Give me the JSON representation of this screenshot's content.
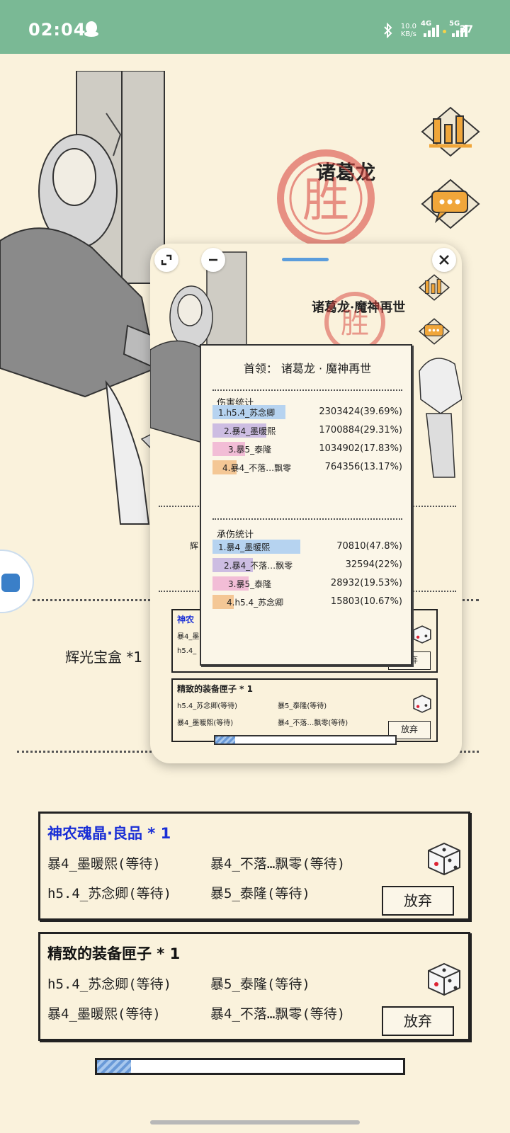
{
  "status_bar": {
    "time": "02:04",
    "speed_value": "10.0",
    "speed_unit": "KB/s",
    "network1": "4G",
    "network2": "5G",
    "battery": "37"
  },
  "boss": {
    "name": "诸葛龙",
    "seal_char": "胜"
  },
  "reward_text": "辉光宝盒 *1",
  "loot_boxes": [
    {
      "title": "神农魂晶·良品 * 1",
      "title_color": "#1a2fd6",
      "players": [
        "暴4_墨暖熙(等待)",
        "暴4_不落…飘零(等待)",
        "h5.4_苏念卿(等待)",
        "暴5_泰隆(等待)"
      ],
      "button": "放弃"
    },
    {
      "title": "精致的装备匣子 * 1",
      "title_color": "#111111",
      "players": [
        "h5.4_苏念卿(等待)",
        "暴5_泰隆(等待)",
        "暴4_墨暖熙(等待)",
        "暴4_不落…飘零(等待)"
      ],
      "button": "放弃"
    }
  ],
  "progress": 0.11,
  "float_window": {
    "title": "诸葛龙·魔神再世",
    "partial_label": "辉",
    "stats": {
      "title": "首领： 诸葛龙 · 魔神再世",
      "damage": {
        "title": "伤害统计",
        "rows": [
          {
            "name": "1.h5.4_苏念卿",
            "value": "2303424(39.69%)",
            "ratio": 0.3969,
            "color": "#b6d3f0"
          },
          {
            "name": "2.暴4_墨暖熙",
            "value": "1700884(29.31%)",
            "ratio": 0.2931,
            "color": "#cdbde2"
          },
          {
            "name": "3.暴5_泰隆",
            "value": "1034902(17.83%)",
            "ratio": 0.1783,
            "color": "#f2bdd6"
          },
          {
            "name": "4.暴4_不落…飘零",
            "value": "764356(13.17%)",
            "ratio": 0.1317,
            "color": "#f4c795"
          }
        ]
      },
      "taken": {
        "title": "承伤统计",
        "rows": [
          {
            "name": "1.暴4_墨暖熙",
            "value": "70810(47.8%)",
            "ratio": 0.478,
            "color": "#b6d3f0"
          },
          {
            "name": "2.暴4_不落…飘零",
            "value": "32594(22%)",
            "ratio": 0.22,
            "color": "#cdbde2"
          },
          {
            "name": "3.暴5_泰隆",
            "value": "28932(19.53%)",
            "ratio": 0.1953,
            "color": "#f2bdd6"
          },
          {
            "name": "4.h5.4_苏念卿",
            "value": "15803(10.67%)",
            "ratio": 0.1067,
            "color": "#f4c795"
          }
        ]
      }
    },
    "mini_loot": [
      {
        "title": "神农",
        "players": [
          "暴4_墨",
          "h5.4_"
        ],
        "button": "放弃"
      },
      {
        "title": "精致的装备匣子 * 1",
        "players": [
          "h5.4_苏念卿(等待)",
          "暴5_泰隆(等待)",
          "暴4_墨暖熙(等待)",
          "暴4_不落…飘零(等待)"
        ],
        "button": "放弃"
      }
    ],
    "progress": 0.11
  },
  "icons": [
    "qq-icon",
    "bluetooth-icon",
    "signal-icon",
    "chart-icon",
    "chat-icon",
    "dice-icon",
    "expand-icon",
    "minimize-icon",
    "close-icon"
  ]
}
